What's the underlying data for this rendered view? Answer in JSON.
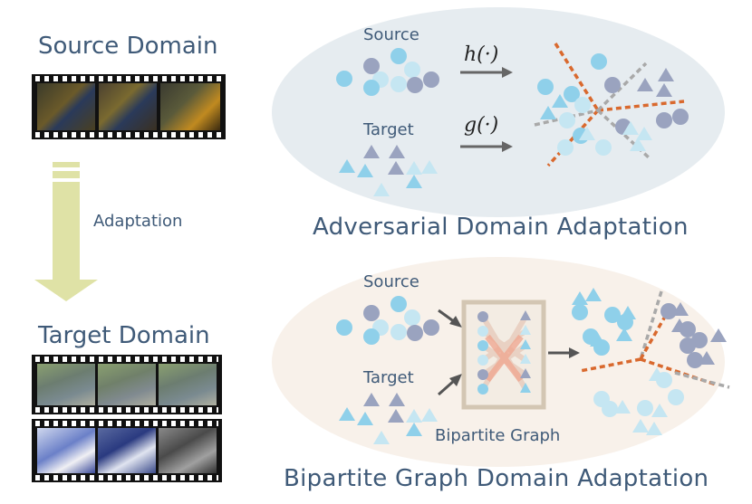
{
  "left": {
    "source_title": "Source Domain",
    "adaptation_label": "Adaptation",
    "target_title": "Target Domain"
  },
  "top_panel": {
    "source_label": "Source",
    "target_label": "Target",
    "h_func": "h(·)",
    "g_func": "g(·)",
    "caption": "Adversarial Domain Adaptation"
  },
  "bottom_panel": {
    "source_label": "Source",
    "target_label": "Target",
    "graph_label": "Bipartite Graph",
    "caption": "Bipartite Graph Domain Adaptation"
  },
  "colors": {
    "panel_top": "#e6ecf0",
    "panel_bottom": "#f7f0ea",
    "arrow_adapt": "#dfe2a6",
    "boundary_orange": "#d9692e",
    "boundary_gray": "#a9a9a9",
    "blue": "#8fd0ea",
    "light_blue": "#c5e6f2",
    "slate": "#9aa3bf"
  }
}
